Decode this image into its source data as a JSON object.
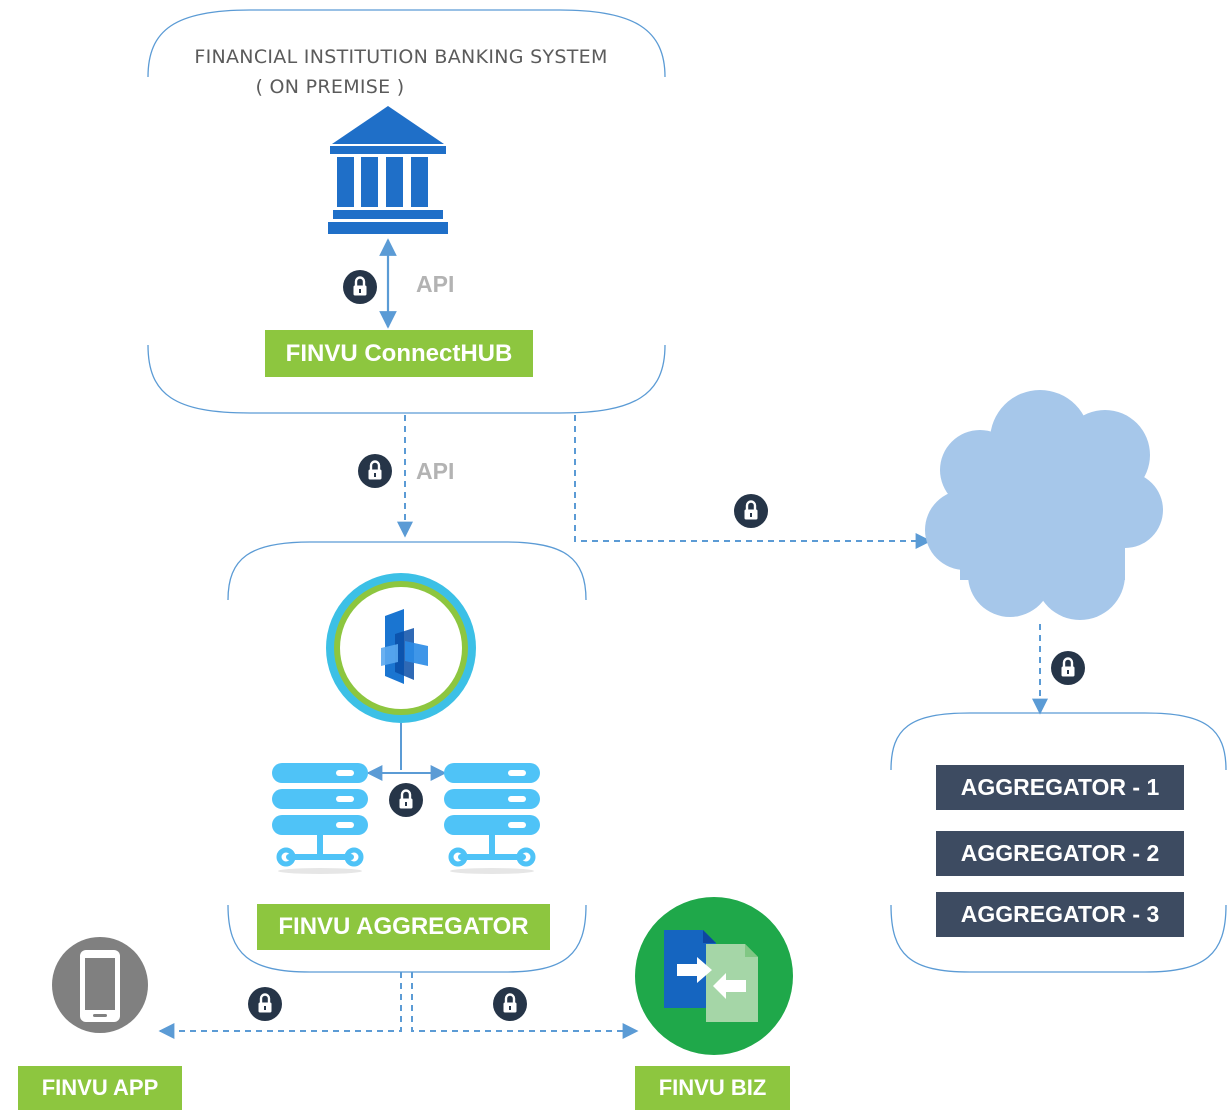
{
  "bank_system": {
    "title_line1": "FINANCIAL INSTITUTION BANKING SYSTEM",
    "title_line2": "( ON PREMISE )",
    "api_label": "API",
    "connecthub_label": "FINVU ConnectHUB"
  },
  "middle_link": {
    "api_label": "API"
  },
  "aggregator_panel": {
    "label": "FINVU AGGREGATOR"
  },
  "aggregators": [
    {
      "label": "AGGREGATOR - 1"
    },
    {
      "label": "AGGREGATOR - 2"
    },
    {
      "label": "AGGREGATOR - 3"
    }
  ],
  "endpoints": {
    "app_label": "FINVU APP",
    "biz_label": "FINVU BIZ"
  },
  "icons": {
    "bank": "bank-building-icon",
    "lock": "padlock-icon",
    "cloud": "cloud-icon",
    "finvu_logo": "finvu-logo-icon",
    "server": "server-rack-icon",
    "phone": "mobile-phone-icon",
    "transfer": "document-transfer-icon"
  },
  "colors": {
    "accent_green": "#8dc63f",
    "aggregator_box": "#3d4b61",
    "panel_outline": "#5b9bd5",
    "connector": "#5b9bd5",
    "cloud": "#a6c7ea",
    "server": "#4fc3f7",
    "bank_blue": "#1f6fc8",
    "lock_badge": "#263548"
  }
}
